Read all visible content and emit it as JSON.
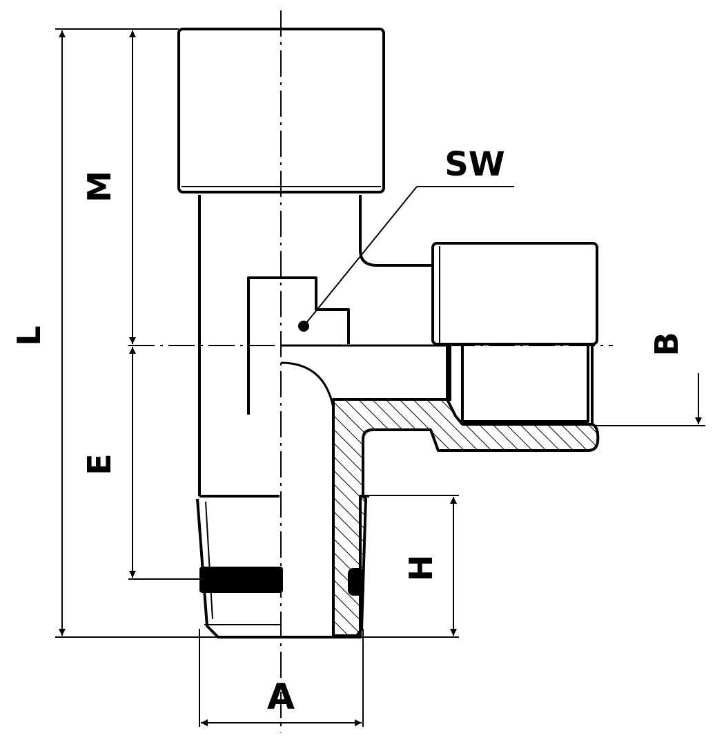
{
  "diagram": {
    "kind": "technical-drawing",
    "subject": "tee fitting",
    "colors": {
      "line": "#000000",
      "background": "#ffffff"
    }
  },
  "labels": {
    "L": "L",
    "M": "M",
    "E": "E",
    "SW": "SW",
    "B": "B",
    "H": "H",
    "A": "A"
  }
}
